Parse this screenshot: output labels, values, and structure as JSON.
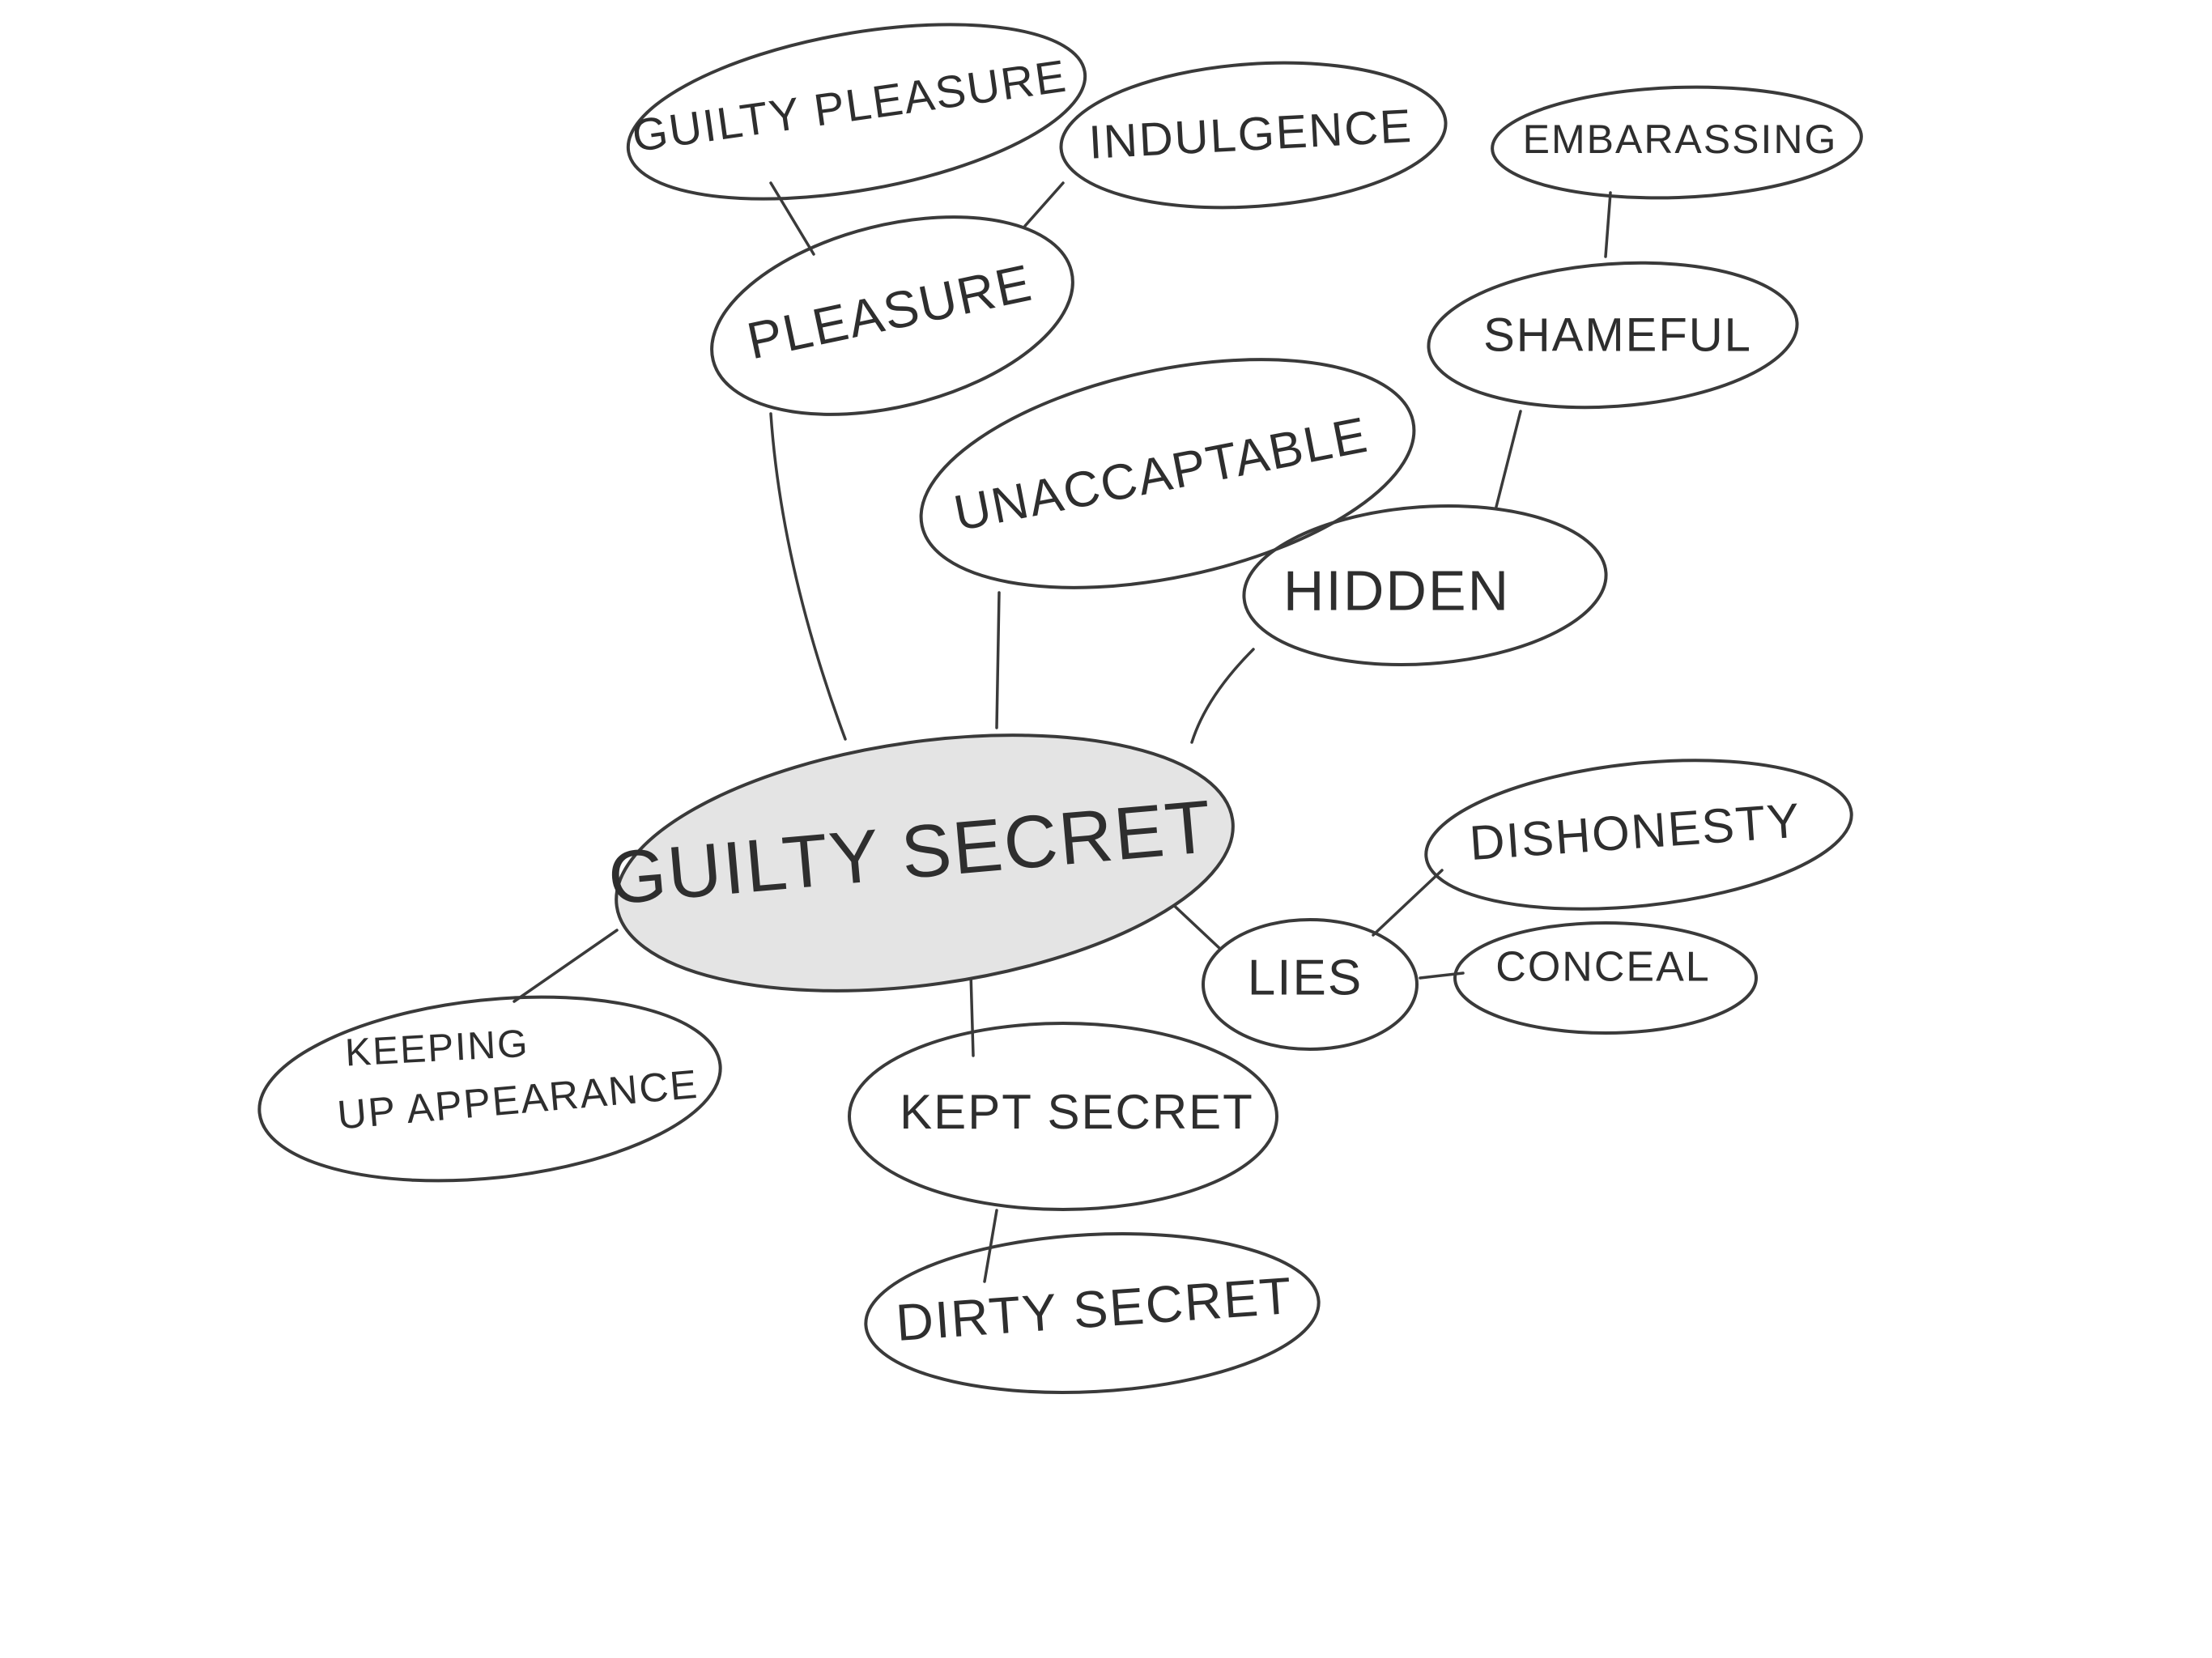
{
  "mind_map": {
    "central": "GUILTY SECRET",
    "nodes": {
      "guilty_pleasure": "GUILTY PLEASURE",
      "indulgence": "INDULGENCE",
      "pleasure": "PLEASURE",
      "unaccaptable": "UNACCAPTABLE",
      "embarassing": "EMBARASSING",
      "shameful": "SHAMEFUL",
      "hidden": "HIDDEN",
      "dishonesty": "DISHONESTY",
      "lies": "LIES",
      "conceal": "CONCEAL",
      "keeping_line1": "KEEPING",
      "keeping_line2": "UP APPEARANCE",
      "kept_secret": "KEPT SECRET",
      "dirty_secret": "DIRTY SECRET"
    }
  }
}
